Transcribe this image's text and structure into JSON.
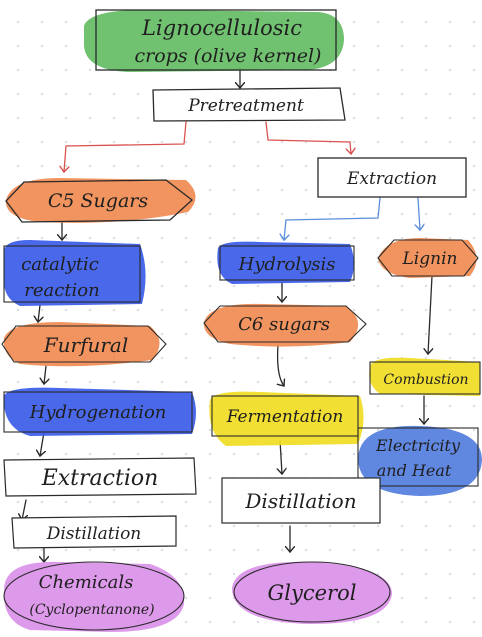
{
  "diagram": {
    "nodes": {
      "source": {
        "line1": "Lignocellulosic",
        "line2": "crops (olive kernel)"
      },
      "pretreatment": "Pretreatment",
      "c5_sugars": "C5 Sugars",
      "extraction_main": "Extraction",
      "catalytic": {
        "line1": "catalytic",
        "line2": "reaction"
      },
      "hydrolysis": "Hydrolysis",
      "lignin": "Lignin",
      "furfural": "Furfural",
      "c6_sugars": "C6 sugars",
      "combustion": "Combustion",
      "hydrogenation": "Hydrogenation",
      "fermentation": "Fermentation",
      "electricity": {
        "line1": "Electricity",
        "line2": "and Heat"
      },
      "extraction_c5": "Extraction",
      "distillation_c5": "Distillation",
      "distillation_c6": "Distillation",
      "chemicals": {
        "line1": "Chemicals",
        "line2": "(Cyclopentanone)"
      },
      "glycerol": "Glycerol"
    },
    "colors": {
      "green": "#5cb85c",
      "orange": "#f0884e",
      "blue": "#3b5ce8",
      "yellow": "#f0dc22",
      "blue_light": "#4a78dc",
      "violet": "#d98ee8",
      "red_arrow": "#d9534f",
      "blue_arrow": "#5b8fd9",
      "ink": "#2a2a2a"
    }
  }
}
